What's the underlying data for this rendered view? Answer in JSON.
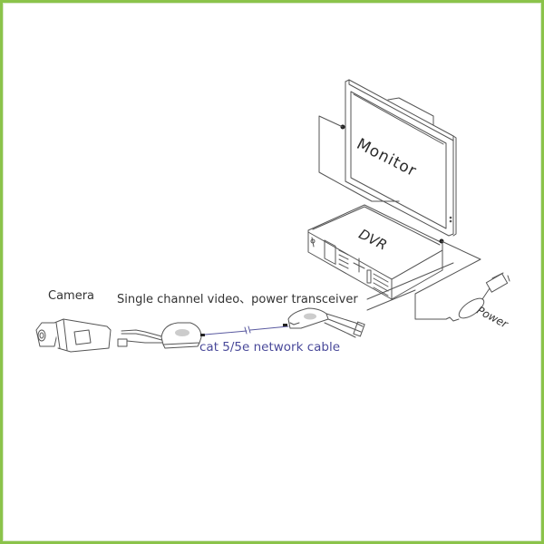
{
  "frame": {
    "border_color": "#8bc34a"
  },
  "labels": {
    "camera": "Camera",
    "transceiver": "Single channel video、power transceiver",
    "cable": "cat 5/5e network cable",
    "monitor": "Monitor",
    "dvr": "DVR",
    "power": "Power"
  },
  "colors": {
    "line": "#555555",
    "cable_text": "#4a4a9a",
    "network_cable": "#5a5aa0"
  },
  "components": [
    {
      "id": "camera",
      "label": "Camera"
    },
    {
      "id": "transceiver-camera-side",
      "label": "Single channel video、power transceiver"
    },
    {
      "id": "network-cable",
      "label": "cat 5/5e network cable"
    },
    {
      "id": "transceiver-dvr-side"
    },
    {
      "id": "dvr",
      "label": "DVR"
    },
    {
      "id": "monitor",
      "label": "Monitor"
    },
    {
      "id": "power-adapter",
      "label": "Power"
    }
  ]
}
